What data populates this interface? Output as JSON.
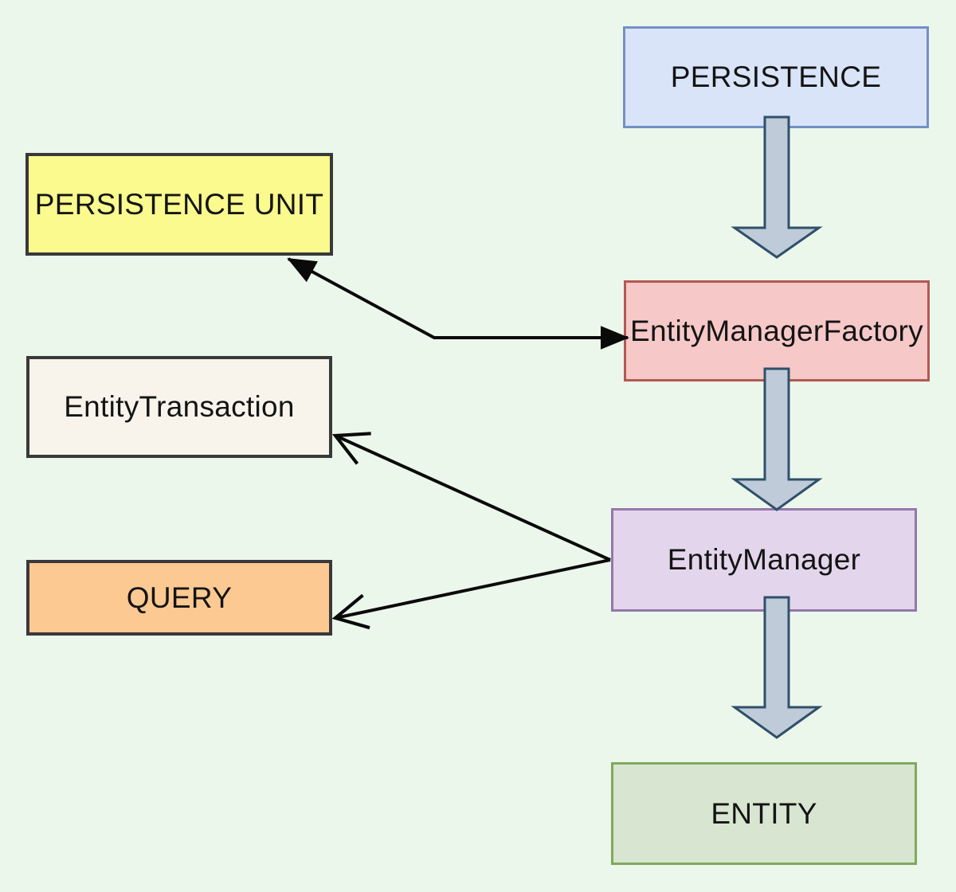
{
  "diagram": {
    "type": "flow-diagram",
    "description": "JPA persistence architecture diagram"
  },
  "nodes": {
    "persistence": {
      "label": "PERSISTENCE",
      "fill": "#d9e4f8",
      "border": "#7490c4"
    },
    "persistence_unit": {
      "label": "PERSISTENCE UNIT",
      "fill": "#fafa8e",
      "border": "#39393b"
    },
    "entity_manager_factory": {
      "label": "EntityManagerFactory",
      "fill": "#f6c8c8",
      "border": "#b05a52"
    },
    "entity_transaction": {
      "label": "EntityTransaction",
      "fill": "#f8f4eb",
      "border": "#39393b"
    },
    "entity_manager": {
      "label": "EntityManager",
      "fill": "#e3d6ec",
      "border": "#9477ab"
    },
    "query": {
      "label": "QUERY",
      "fill": "#fcc992",
      "border": "#39393b"
    },
    "entity": {
      "label": "ENTITY",
      "fill": "#d8e6d1",
      "border": "#7fa95c"
    }
  },
  "edges": [
    {
      "from": "persistence",
      "to": "entity_manager_factory",
      "style": "block-arrow"
    },
    {
      "from": "entity_manager_factory",
      "to": "entity_manager",
      "style": "block-arrow"
    },
    {
      "from": "entity_manager",
      "to": "entity",
      "style": "block-arrow"
    },
    {
      "from": "entity_manager_factory",
      "to": "persistence_unit",
      "style": "thin-line-filled-arrow-both-ends"
    },
    {
      "from": "entity_manager",
      "to": "entity_transaction",
      "style": "thin-line-open-arrow"
    },
    {
      "from": "entity_manager",
      "to": "query",
      "style": "thin-line-open-arrow"
    }
  ],
  "colors": {
    "background": "#ecf7eb",
    "block-arrow-fill": "#bfcbd8",
    "block-arrow-border": "#2f506b",
    "line-color": "#0a0a0a",
    "text-color": "#141414"
  }
}
